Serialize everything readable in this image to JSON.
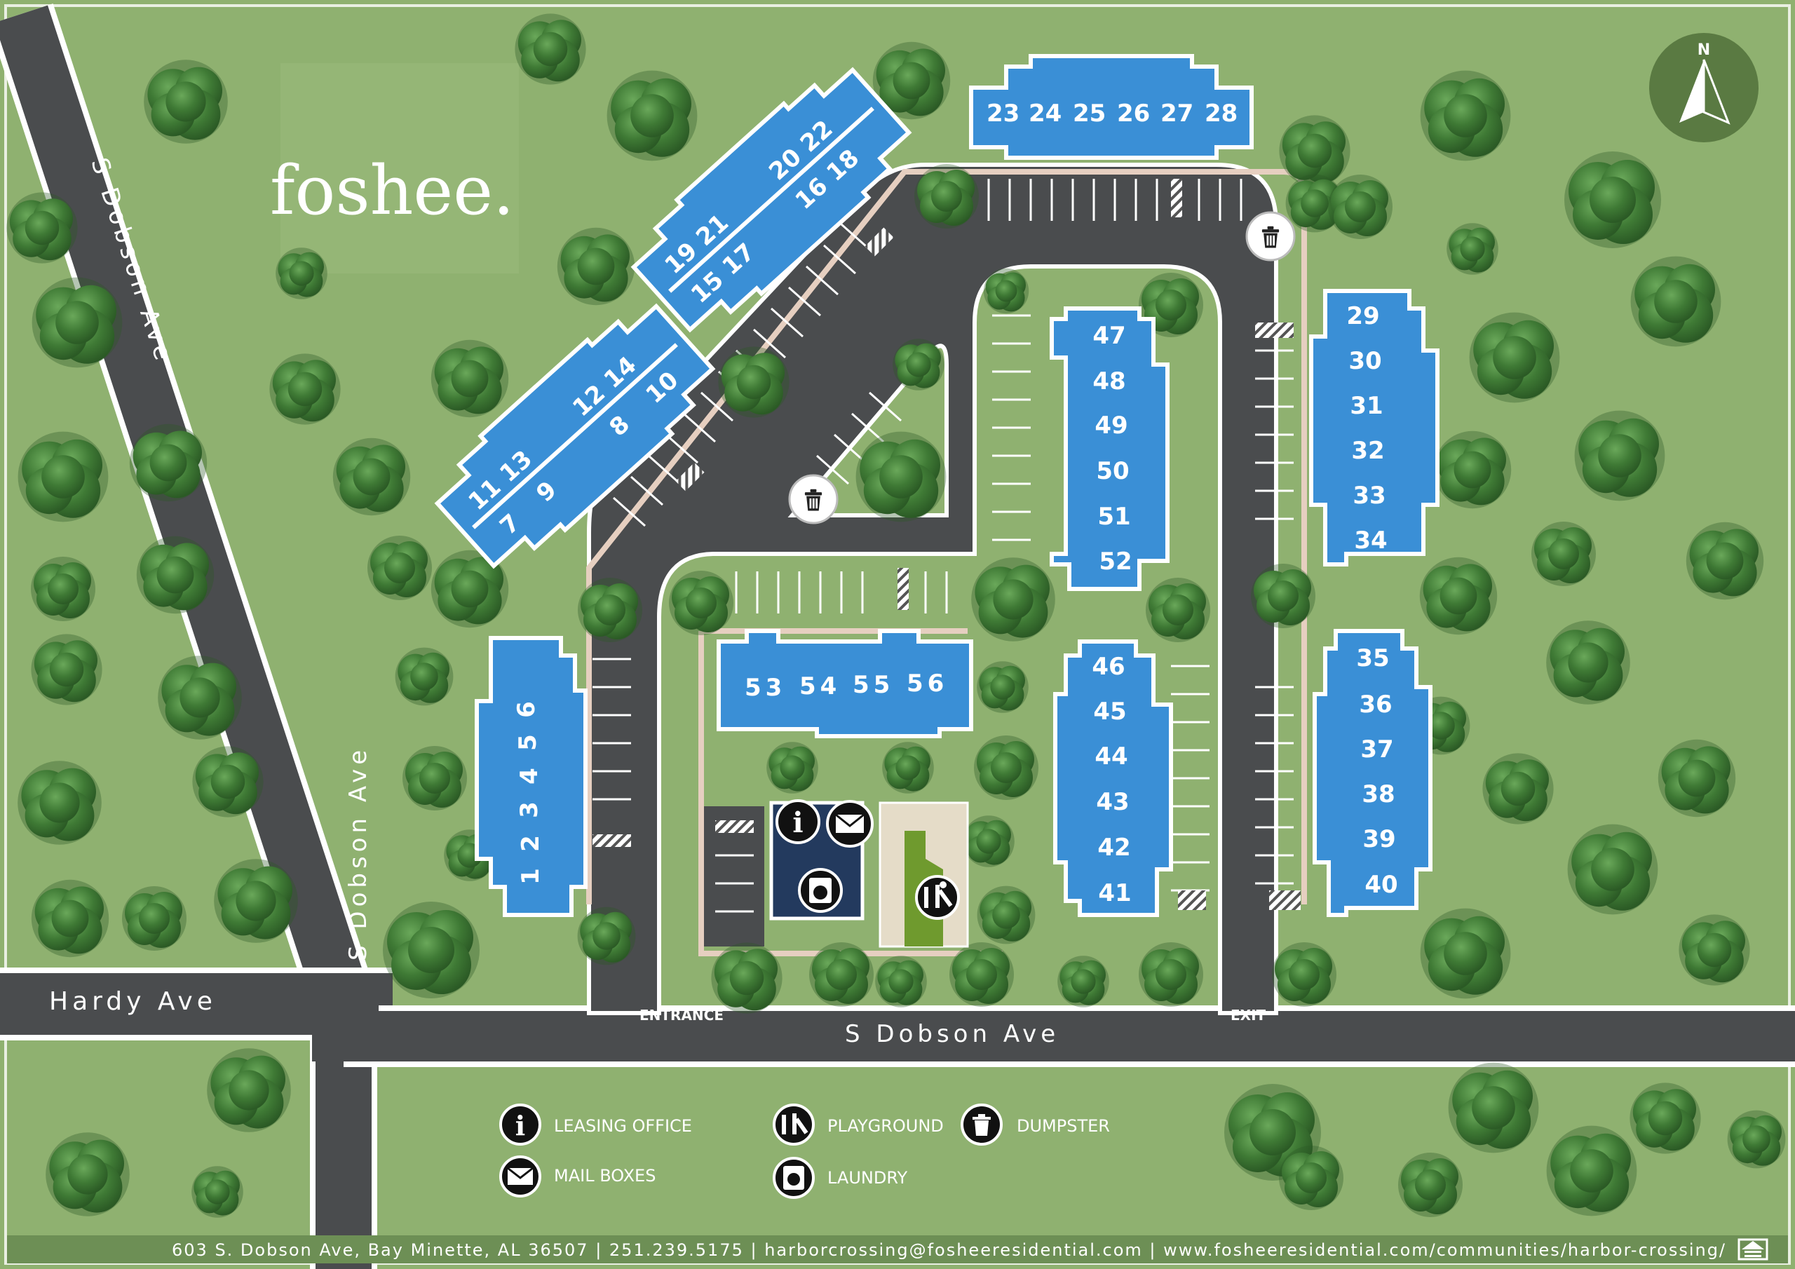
{
  "brand": {
    "logo": "foshee."
  },
  "roads": {
    "s_dobson_upper": "S Dobson Ave",
    "s_dobson_lower": "S Dobson Ave",
    "s_dobson_main": "S Dobson Ave",
    "hardy": "Hardy Ave",
    "entrance": "ENTRANCE",
    "exit": "EXIT"
  },
  "compass": {
    "label": "N"
  },
  "buildings": [
    {
      "id": "b-23-28",
      "units": [
        "23",
        "24",
        "25",
        "26",
        "27",
        "28"
      ]
    },
    {
      "id": "b-15-22",
      "units": [
        "19",
        "21",
        "20",
        "22",
        "15",
        "17",
        "16",
        "18"
      ]
    },
    {
      "id": "b-7-14",
      "units": [
        "11",
        "13",
        "12",
        "14",
        "7",
        "9",
        "8",
        "10"
      ]
    },
    {
      "id": "b-47-52",
      "units": [
        "47",
        "48",
        "49",
        "50",
        "51",
        "52"
      ]
    },
    {
      "id": "b-29-34",
      "units": [
        "29",
        "30",
        "31",
        "32",
        "33",
        "34"
      ]
    },
    {
      "id": "b-53-56",
      "units": [
        "53",
        "54",
        "55",
        "56"
      ]
    },
    {
      "id": "b-41-46",
      "units": [
        "46",
        "45",
        "44",
        "43",
        "42",
        "41"
      ]
    },
    {
      "id": "b-35-40",
      "units": [
        "35",
        "36",
        "37",
        "38",
        "39",
        "40"
      ]
    },
    {
      "id": "b-1-6",
      "units": [
        "1",
        "2",
        "3",
        "4",
        "5",
        "6"
      ]
    }
  ],
  "amenity_icons": {
    "leasing": "i"
  },
  "legend": {
    "leasing_office": "LEASING OFFICE",
    "mail_boxes": "MAIL BOXES",
    "playground": "PLAYGROUND",
    "laundry": "LAUNDRY",
    "dumpster": "DUMPSTER",
    "leasing_glyph": "i"
  },
  "footer": {
    "text": "603 S. Dobson Ave, Bay Minette, AL 36507 | 251.239.5175 | harborcrossing@fosheeresidential.com | www.fosheeresidential.com/communities/harbor-crossing/"
  },
  "colors": {
    "grass": "#8fb170",
    "road": "#4a4c4e",
    "building": "#3a8fd6",
    "sidewalk": "#e6cfc0",
    "tree": "#3f7a35",
    "footer_bar": "#6d8f55",
    "compass": "#5a7a42",
    "office": "#233a5e"
  }
}
